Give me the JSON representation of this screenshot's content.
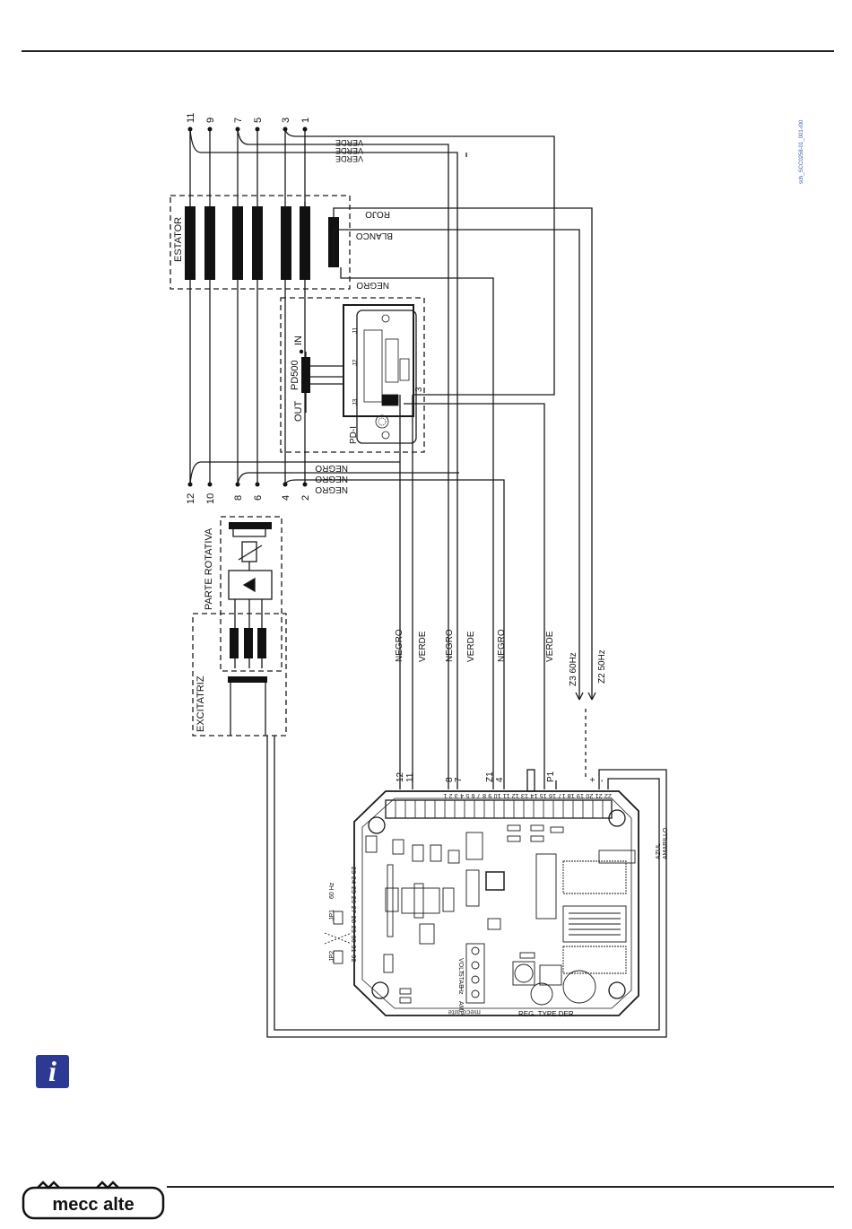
{
  "doc_code": "sch_SCC0258-01_001-r00",
  "stator": {
    "label": "ESTATOR",
    "top_terminals": [
      "11",
      "9",
      "7",
      "5",
      "3",
      "1"
    ],
    "bottom_terminals": [
      "12",
      "10",
      "8",
      "6",
      "4",
      "2"
    ]
  },
  "device": {
    "name": "PD500",
    "in_label": "IN",
    "out_label": "OUT",
    "board_label": "PD-I",
    "connectors": [
      "J1",
      "J2",
      "J3"
    ],
    "pin_label": "3"
  },
  "rotor": {
    "label": "PARTE ROTATIVA"
  },
  "exciter": {
    "label": "EXCITATRIZ"
  },
  "wires": {
    "verde": "VERDE",
    "negro": "NEGRO",
    "rojo": "ROJO",
    "blanco": "BLANCO",
    "azul": "AZUL",
    "amarillo": "AMARILLO",
    "z3": "Z3   60Hz",
    "z2": "Z2   50Hz"
  },
  "regulator": {
    "title": "REG. TYPE DER",
    "brand_text": "mecc alte",
    "terminal_labels": [
      "12",
      "11",
      "8",
      "7",
      "Z1",
      "4",
      "P1",
      "+",
      "-"
    ],
    "terminal_numbers": "22 21 20 19 18 17 16 15 14 13 12 11 10 9 8 7 6 5 4 3 2 1",
    "jumpers": [
      "JP1",
      "JP2"
    ],
    "jp1_note": "60 Hz",
    "strip_numbers": "23 24 25 26 27 28 29 30 31 32",
    "trimmers": [
      "VOLT",
      "STAB",
      "Hz",
      "AMP"
    ]
  },
  "info_icon_char": "i",
  "logo_text": "mecc alte",
  "colors": {
    "accent": "#2c3a93",
    "line": "#222222"
  }
}
